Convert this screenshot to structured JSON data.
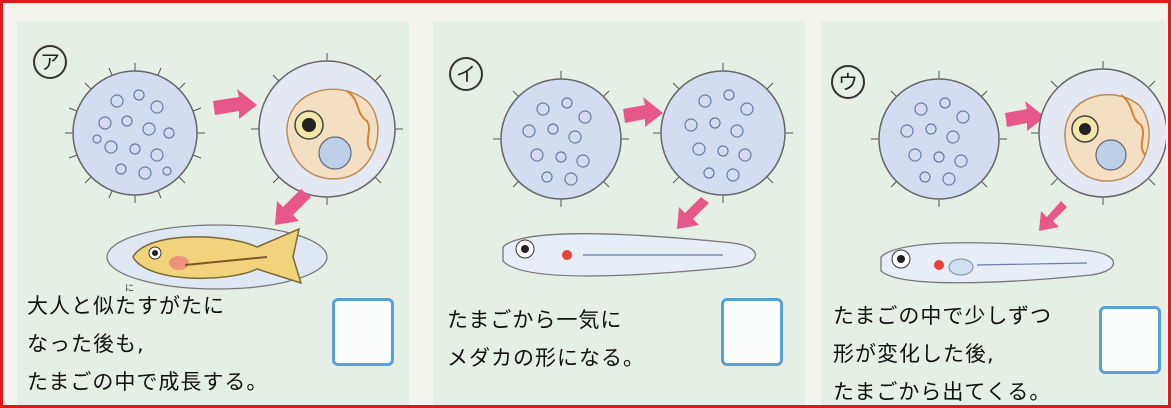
{
  "panels": [
    {
      "label": "ア",
      "ruby": "に",
      "lines": [
        "大人と似たすがたに",
        "なった後も,",
        "たまごの中で成長する。"
      ]
    },
    {
      "label": "イ",
      "lines": [
        "たまごから一気に",
        "メダカの形になる。"
      ]
    },
    {
      "label": "ウ",
      "lines": [
        "たまごの中で少しずつ",
        "形が変化した後,",
        "たまごから出てくる。"
      ]
    }
  ],
  "colors": {
    "border": "#e01818",
    "arrow": "#e8578a",
    "egg": "#c9d4ec",
    "answer_box": "#5aa0d8"
  },
  "icons": [
    "egg-icon",
    "embryo-icon",
    "arrow-icon",
    "adult-fish-icon",
    "larva-icon"
  ]
}
